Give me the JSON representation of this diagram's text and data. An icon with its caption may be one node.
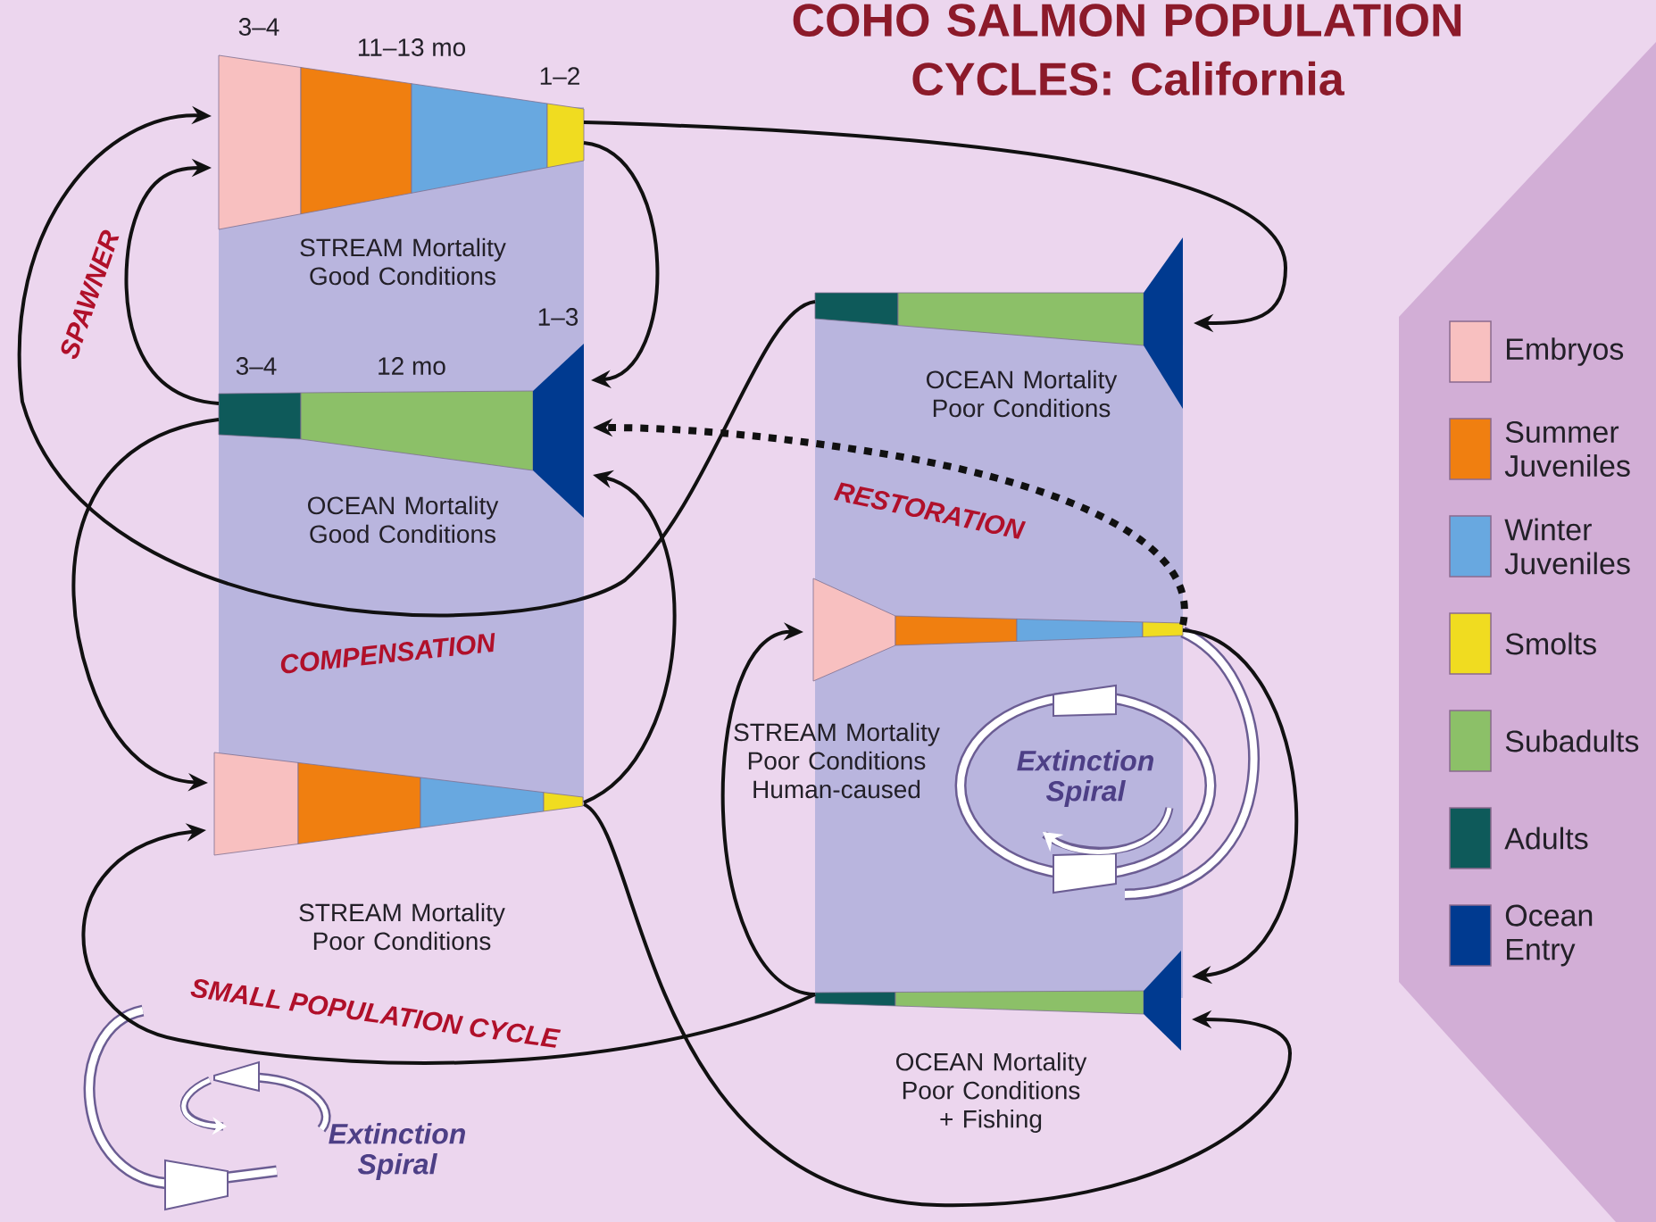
{
  "diagram": {
    "title": "COHO SALMON POPULATION CYCLES: California",
    "nodes": [
      {
        "text": [
          "STREAM Mortality Good Conditions"
        ]
      },
      {
        "text": [
          "OCEAN Mortality Good Conditions"
        ]
      },
      {
        "text": [
          "STREAM Mortality Poor Conditions"
        ]
      },
      {
        "text": [
          "OCEAN Mortality Poor Conditions"
        ]
      },
      {
        "text": [
          "STREAM Mortality Poor Conditions Human-caused"
        ]
      },
      {
        "text": [
          "OCEAN Mortality Poor Conditions + Fishing"
        ]
      }
    ],
    "edges": [
      {
        "from": 0,
        "to": 3,
        "arrow": "to"
      },
      {
        "from": 0,
        "to": 1,
        "arrow": "to"
      },
      {
        "from": 3,
        "to": 0,
        "arrow": "to"
      },
      {
        "from": 1,
        "to": 0,
        "arrow": "to"
      },
      {
        "from": 1,
        "to": 2,
        "arrow": "to"
      },
      {
        "from": 2,
        "to": 1,
        "arrow": "to"
      },
      {
        "from": 2,
        "to": 5,
        "arrow": "to"
      },
      {
        "from": 5,
        "to": 2,
        "arrow": "to"
      },
      {
        "from": 4,
        "to": 5,
        "arrow": "to"
      },
      {
        "from": 5,
        "to": 4,
        "arrow": "to"
      },
      {
        "from": 4,
        "to": 1,
        "arrow": "to",
        "style": "dashed"
      }
    ],
    "labels": [
      "3–4",
      "11–13 mo",
      "1–2",
      "SPAWNER",
      "1–3",
      "3–4",
      "12 mo",
      "RESTORATION",
      "COMPENSATION",
      "Extinction Spiral",
      "SMALL POPULATION CYCLE",
      "Extinction Spiral"
    ],
    "legend": [
      {
        "text": "Embryos",
        "color": "#f8c0c0"
      },
      {
        "text": "Summer Juveniles",
        "color": "#f07f10"
      },
      {
        "text": "Winter Juveniles",
        "color": "#68a8e0"
      },
      {
        "text": "Smolts",
        "color": "#f0dc20"
      },
      {
        "text": "Subadults",
        "color": "#8cc068"
      },
      {
        "text": "Adults",
        "color": "#0e5a5a"
      },
      {
        "text": "Ocean Entry",
        "color": "#003a90"
      }
    ]
  }
}
